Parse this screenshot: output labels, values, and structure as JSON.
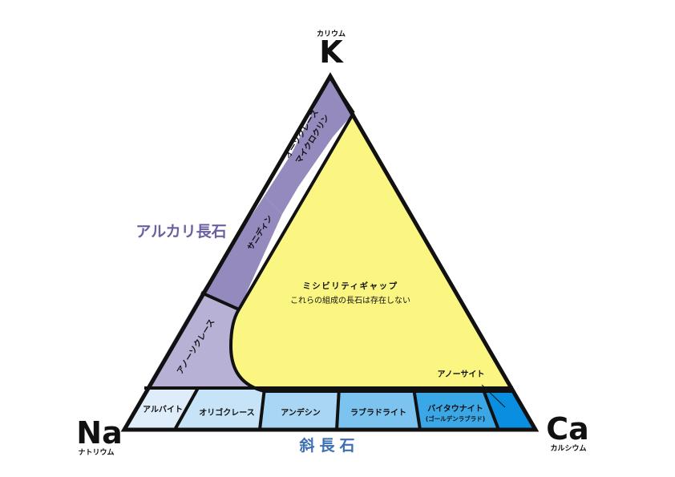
{
  "vertices": {
    "k": {
      "symbol": "K",
      "name": "カリウム"
    },
    "na": {
      "symbol": "Na",
      "name": "ナトリウム"
    },
    "ca": {
      "symbol": "Ca",
      "name": "カルシウム"
    }
  },
  "groups": {
    "alkali": {
      "label": "アルカリ長石",
      "color": "#6e5fa3"
    },
    "plagioclase": {
      "label": "斜長石",
      "color": "#3d6fb2"
    }
  },
  "miscibility_gap": {
    "title": "ミシビリティギャップ",
    "subtitle": "これらの組成の長石は存在しない",
    "color": "#fbf682"
  },
  "alkali_regions": [
    {
      "id": "orthoclase",
      "lines": [
        "オーソクレース",
        "マイクロクリン"
      ],
      "color": "#948abd"
    },
    {
      "id": "sanidine",
      "lines": [
        "サニディン"
      ],
      "color": "#948abd"
    },
    {
      "id": "anorthoclase",
      "lines": [
        "アノーソクレース"
      ],
      "color": "#b7b1d6"
    }
  ],
  "plagioclase_regions": [
    {
      "id": "albite",
      "label": "アルバイト",
      "sub": "",
      "color": "#deedf9"
    },
    {
      "id": "oligoclase",
      "label": "オリゴクレース",
      "sub": "",
      "color": "#c6e3f7"
    },
    {
      "id": "andesine",
      "label": "アンデシン",
      "sub": "",
      "color": "#a9d6f4"
    },
    {
      "id": "labradorite",
      "label": "ラブラドライト",
      "sub": "",
      "color": "#7cc4ef"
    },
    {
      "id": "bytownite",
      "label": "バイタウナイト",
      "sub": "(ゴールデンラブラド)",
      "color": "#3aa7e6"
    },
    {
      "id": "anorthite",
      "label": "アノーサイト",
      "sub": "",
      "color": "#0a8fe0"
    }
  ]
}
